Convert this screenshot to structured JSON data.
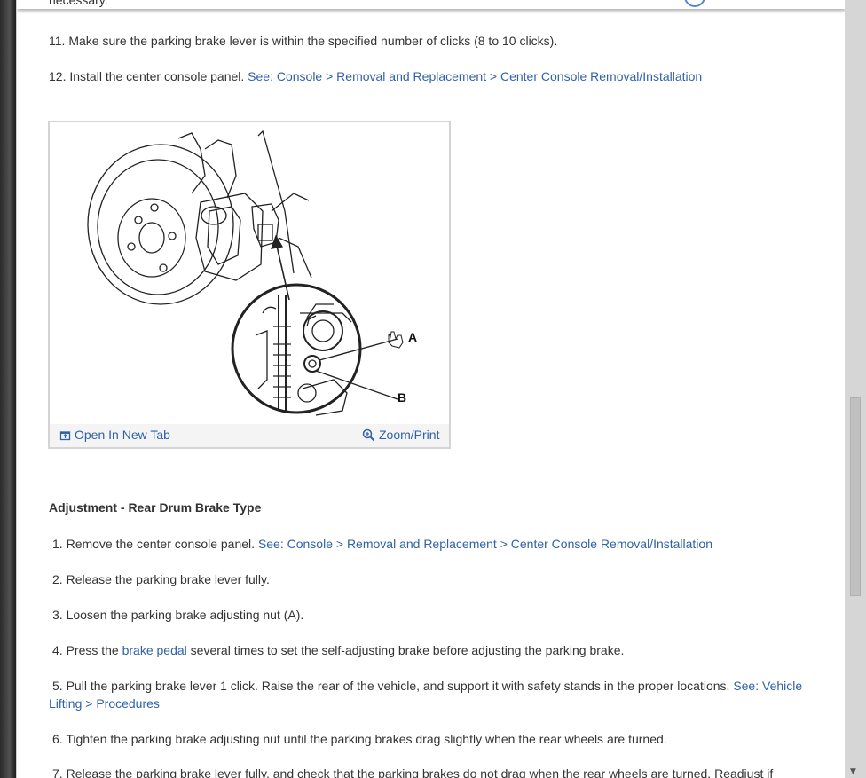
{
  "header": {
    "clipped_text": "necessary."
  },
  "steps_top": [
    {
      "number": "11.",
      "text": "Make sure the parking brake lever is within the specified number of clicks (8 to 10 clicks)."
    },
    {
      "number": "12.",
      "text": "Install the center console panel.",
      "link": "See: Console > Removal and Replacement > Center Console Removal/Installation"
    }
  ],
  "figure": {
    "label_a": "A",
    "label_b": "B",
    "open_new_tab": "Open In New Tab",
    "zoom_print": "Zoom/Print"
  },
  "section": {
    "title": "Adjustment - Rear Drum Brake Type"
  },
  "steps": [
    {
      "number": "1.",
      "text": "Remove the center console panel.",
      "link": "See: Console > Removal and Replacement > Center Console Removal/Installation"
    },
    {
      "number": "2.",
      "text": "Release the parking brake lever fully."
    },
    {
      "number": "3.",
      "text": "Loosen the parking brake adjusting nut (A)."
    },
    {
      "number": "4.",
      "text_before": "Press the",
      "link": "brake pedal",
      "text_after": "several times to set the self-adjusting brake before adjusting the parking brake."
    },
    {
      "number": "5.",
      "text": "Pull the parking brake lever 1 click. Raise the rear of the vehicle, and support it with safety stands in the proper locations.",
      "link_line1": "See: Vehicle",
      "link_line2": "Lifting > Procedures"
    },
    {
      "number": "6.",
      "text": "Tighten the parking brake adjusting nut until the parking brakes drag slightly when the rear wheels are turned."
    },
    {
      "number": "7.",
      "text": "Release the parking brake lever fully, and check that the parking brakes do not drag when the rear wheels are turned. Readjust if"
    }
  ],
  "colors": {
    "link": "#2f62a8",
    "text": "#333333",
    "figure_border": "#d4d4d4"
  }
}
